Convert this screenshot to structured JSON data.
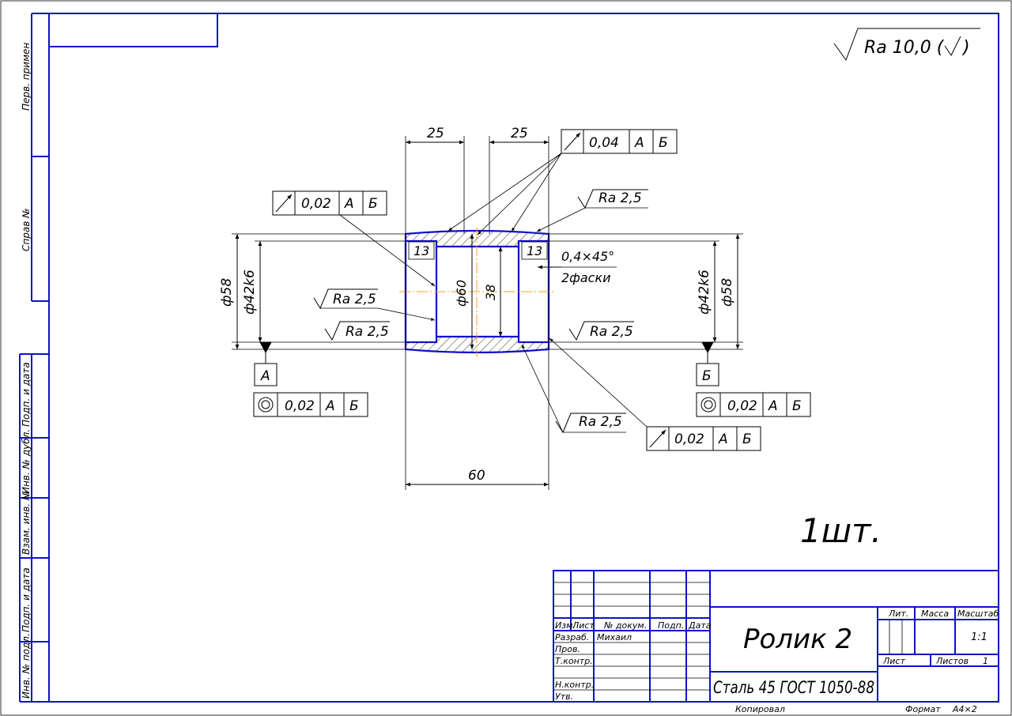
{
  "roughness_general": {
    "value": "Ra 10,0 (",
    "close": ")"
  },
  "dims": {
    "top_left_25": "25",
    "top_right_25": "25",
    "left_13": "13",
    "right_13": "13",
    "dia60": "ф60",
    "d38": "38",
    "left_dia58": "ф58",
    "left_dia42": "ф42k6",
    "right_dia42": "ф42k6",
    "right_dia58": "ф58",
    "length_60": "60",
    "chamfer": "0,4×45°",
    "chamfer_note": "2фаски"
  },
  "roughness": {
    "top_right": "Ra 2,5",
    "left_inner": "Ra 2,5",
    "left_bottom": "Ra 2,5",
    "right_bottom": "Ra 2,5",
    "lower_right": "Ra 2,5"
  },
  "tolerances": {
    "runout_top": {
      "value": "0,04",
      "base1": "А",
      "base2": "Б"
    },
    "runout_left": {
      "value": "0,02",
      "base1": "А",
      "base2": "Б"
    },
    "coax_left": {
      "value": "0,02",
      "base1": "А",
      "base2": "Б"
    },
    "coax_right": {
      "value": "0,02",
      "base1": "А",
      "base2": "Б"
    },
    "runout_bottom": {
      "value": "0,02",
      "base1": "А",
      "base2": "Б"
    }
  },
  "datums": {
    "left": "А",
    "right": "Б"
  },
  "quantity": "1шт.",
  "side_labels": [
    "Перв. примен",
    "Справ №",
    "Подп. и дата",
    "Инв. № дубл.",
    "Взам. инв. №",
    "Подп. и дата",
    "Инв. № подл."
  ],
  "title_block": {
    "headers": {
      "izm": "Изм.",
      "list": "Лист",
      "doc": "№ докум.",
      "sign": "Подп.",
      "date": "Дата"
    },
    "rows": {
      "razrab": "Разраб.",
      "author": "Михаил",
      "prov": "Пров.",
      "tkontr": "Т.контр.",
      "nkontr": "Н.контр.",
      "utv": "Утв."
    },
    "title": "Ролик 2",
    "material": "Сталь 45 ГОСТ 1050-88",
    "lit": "Лит.",
    "massa": "Масса",
    "masshtab": "Масштаб",
    "scale": "1:1",
    "sheet_label": "Лист",
    "sheets_label": "Листов",
    "sheets_count": "1"
  },
  "footer": {
    "kopiroval": "Копировал",
    "format": "Формат",
    "format_value": "А4×2"
  }
}
